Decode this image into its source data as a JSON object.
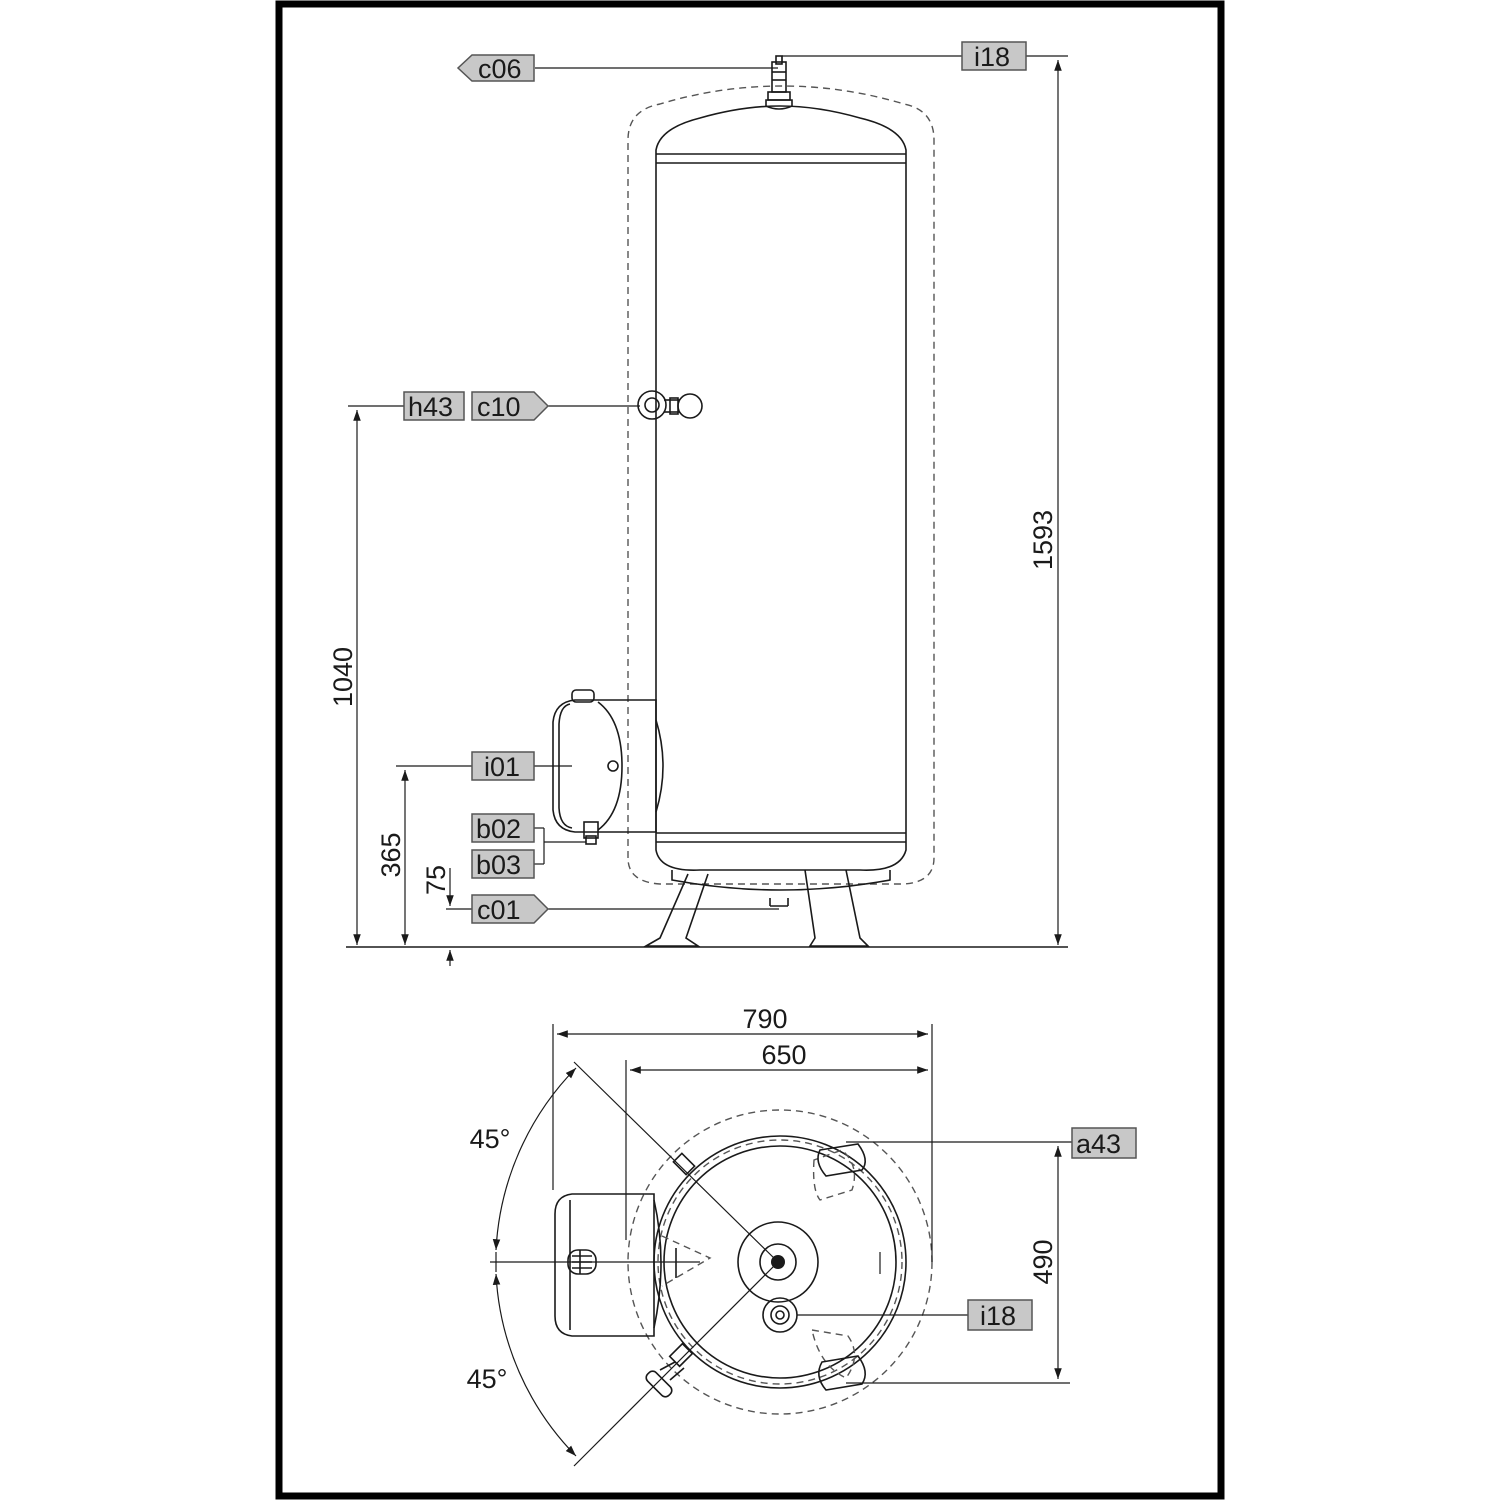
{
  "labels": {
    "c06": "c06",
    "i18_top": "i18",
    "h43": "h43",
    "c10": "c10",
    "i01": "i01",
    "b02": "b02",
    "b03": "b03",
    "c01": "c01",
    "a43": "a43",
    "i18_bottom": "i18"
  },
  "dimensions": {
    "height_total": "1593",
    "height_c10": "1040",
    "height_i01": "365",
    "height_c01": "75",
    "width_outer": "790",
    "width_inner": "650",
    "depth_feet": "490",
    "angle_top": "45°",
    "angle_bottom": "45°"
  },
  "colors": {
    "tag_fill": "#c8c8c8",
    "line": "#1a1a1a",
    "frame": "#000000"
  }
}
